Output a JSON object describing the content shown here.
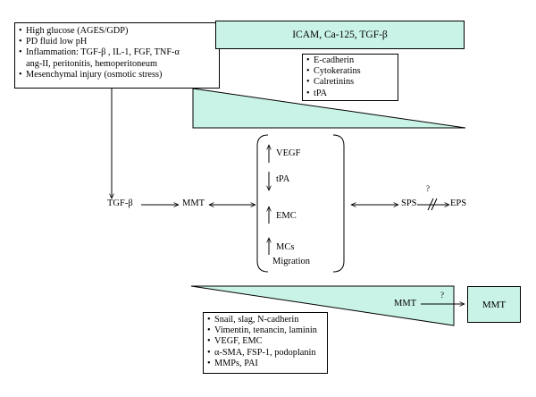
{
  "input_box": {
    "items": [
      {
        "text": "High glucose (AGES/GDP)"
      },
      {
        "text": "PD fluid low pH"
      },
      {
        "text": "Inflammation: TGF-β , IL-1, FGF, TNF-α"
      },
      {
        "text": "ang-II, peritonitis, hemoperitoneum",
        "continuation": true
      },
      {
        "text": "Mesenchymal injury (osmotic stress)"
      }
    ]
  },
  "top_bar": {
    "text": "ICAM, Ca-125, TGF-β"
  },
  "markers_down": {
    "items": [
      "E-cadherin",
      "Cytokeratins",
      "Calretinins",
      "tPA"
    ]
  },
  "flow": {
    "tgf": "TGF-β",
    "mmt": "MMT",
    "sps": "SPS",
    "eps": "EPS",
    "uncertain": "?"
  },
  "bracket_items": [
    {
      "arrow": "up",
      "text": "VEGF"
    },
    {
      "arrow": "down",
      "text": "tPA"
    },
    {
      "arrow": "up",
      "text": "EMC"
    },
    {
      "arrow": "up",
      "text": "MCs"
    },
    {
      "arrow": "none",
      "text": "Migration"
    }
  ],
  "bottom": {
    "wedge_label": "MMT",
    "uncertain": "?",
    "result_box": "MMT"
  },
  "markers_up": {
    "items": [
      "Snail, slag, N-cadherin",
      "Vimentin, tenancin, laminin",
      "VEGF, EMC",
      "α-SMA, FSP-1, podoplanin",
      "MMPs, PAI"
    ]
  },
  "colors": {
    "teal_fill": "#c9f3e6",
    "line": "#000000"
  }
}
